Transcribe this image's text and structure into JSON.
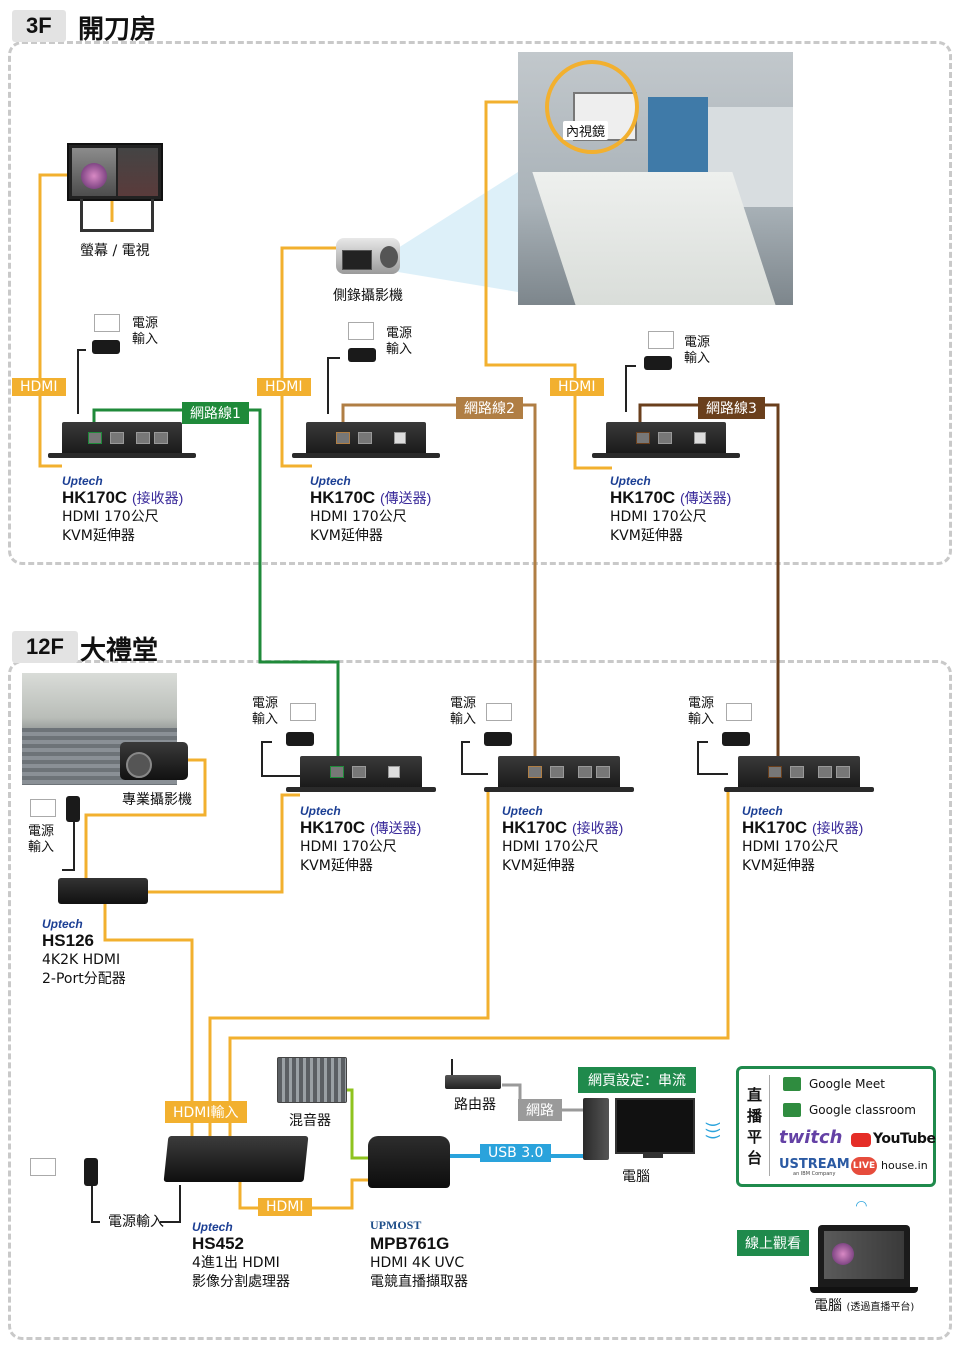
{
  "floors": {
    "top": {
      "tag": "3F",
      "name": "開刀房"
    },
    "bottom": {
      "tag": "12F",
      "name": "大禮堂"
    }
  },
  "colors": {
    "hdmi": "#f2b02f",
    "net1": "#1f8a3a",
    "net2": "#b07e44",
    "net3": "#6a3f1c",
    "usb": "#2aa3dc",
    "audio": "#8fc31f",
    "green_label": "#1f8a4c"
  },
  "labels": {
    "tv": "螢幕 / 電視",
    "side_camera": "側錄攝影機",
    "endoscope": "內視鏡",
    "pro_camera": "專業攝影機",
    "mixer": "混音器",
    "router": "路由器",
    "pc": "電腦",
    "hdmi": "HDMI",
    "hdmi_in": "HDMI輸入",
    "usb": "USB 3.0",
    "network": "網路",
    "web_setting": "網頁設定：串流",
    "online_view": "線上觀看",
    "laptop": "電腦",
    "laptop_note": "(透過直播平台)",
    "power_in": "電源\n輸入",
    "power_in_inline": "電源輸入"
  },
  "cables": {
    "net1": "網路線1",
    "net2": "網路線2",
    "net3": "網路線3"
  },
  "devices": {
    "kvm_a": {
      "brand": "Uptech",
      "model": "HK170C",
      "role": "(接收器)",
      "desc": "HDMI 170公尺\nKVM延伸器"
    },
    "kvm_b": {
      "brand": "Uptech",
      "model": "HK170C",
      "role": "(傳送器)",
      "desc": "HDMI 170公尺\nKVM延伸器"
    },
    "kvm_c": {
      "brand": "Uptech",
      "model": "HK170C",
      "role": "(傳送器)",
      "desc": "HDMI 170公尺\nKVM延伸器"
    },
    "kvm_d": {
      "brand": "Uptech",
      "model": "HK170C",
      "role": "(傳送器)",
      "desc": "HDMI 170公尺\nKVM延伸器"
    },
    "kvm_e": {
      "brand": "Uptech",
      "model": "HK170C",
      "role": "(接收器)",
      "desc": "HDMI 170公尺\nKVM延伸器"
    },
    "kvm_f": {
      "brand": "Uptech",
      "model": "HK170C",
      "role": "(接收器)",
      "desc": "HDMI 170公尺\nKVM延伸器"
    },
    "hs126": {
      "brand": "Uptech",
      "model": "HS126",
      "desc": "4K2K HDMI\n2-Port分配器"
    },
    "hs452": {
      "brand": "Uptech",
      "model": "HS452",
      "desc": "4進1出 HDMI\n影像分割處理器"
    },
    "mpb761g": {
      "brand": "UPMOST",
      "model": "MPB761G",
      "desc": "HDMI 4K UVC\n電競直播擷取器"
    }
  },
  "platform": {
    "title": "直\n播\n平\n台",
    "items": [
      "Google Meet",
      "Google classroom",
      "twitch",
      "YouTube",
      "USTREAM",
      "house.in"
    ],
    "live_badge": "LIVE",
    "ustream_sub": "an IBM Company"
  }
}
